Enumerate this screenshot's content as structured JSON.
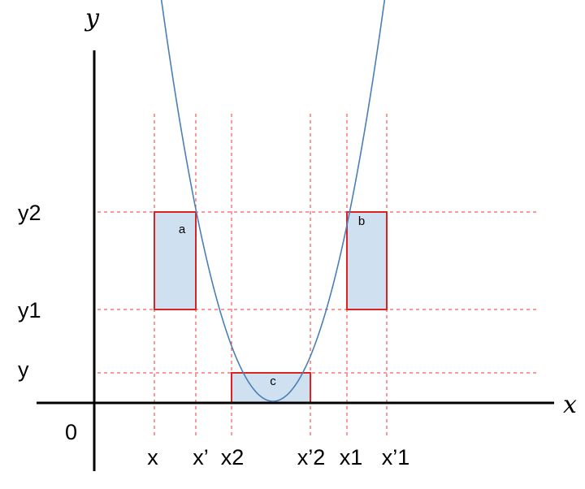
{
  "axes": {
    "x_name": "x",
    "y_name": "y",
    "origin_label": "0"
  },
  "x_ticks": [
    "x",
    "x’",
    "x2",
    "x’2",
    "x1",
    "x’1"
  ],
  "y_ticks": [
    "y2",
    "y1",
    "y"
  ],
  "regions": [
    "a",
    "b",
    "c"
  ],
  "colors": {
    "curve": "#4a7fb5",
    "guide_lines": "#ee3333",
    "region_fill": "#cfe0f1",
    "region_border": "#dd2222",
    "axes": "#000000"
  }
}
